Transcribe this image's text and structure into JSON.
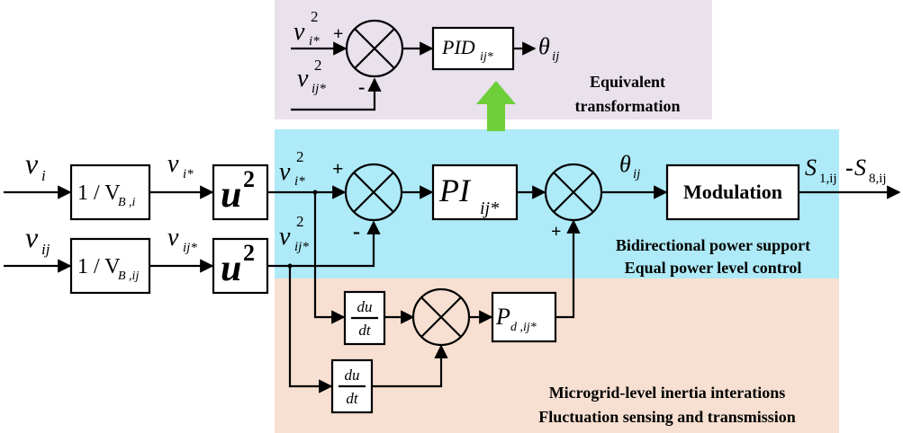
{
  "colors": {
    "top_region": "#e9e1ec",
    "middle_region": "#aeeaf7",
    "bottom_region": "#f7e0d1",
    "arrow_accent": "#6fcf3a"
  },
  "top": {
    "in1": "v",
    "in1_sup": "2",
    "in1_sub": "i*",
    "in2": "v",
    "in2_sup": "2",
    "in2_sub": "ij*",
    "plus": "+",
    "minus": "-",
    "block_main": "PID",
    "block_sub": "ij*",
    "out": "θ",
    "out_sub": "ij",
    "caption_line1": "Equivalent",
    "caption_line2": "transformation"
  },
  "inputs": {
    "v_i": "v",
    "v_i_sub": "i",
    "v_ij": "v",
    "v_ij_sub": "ij",
    "norm1_main": "1 / V",
    "norm1_sub": "B ,i",
    "norm2_main": "1 / V",
    "norm2_sub": "B ,ij",
    "vn1": "v",
    "vn1_sub": "i*",
    "vn2": "v",
    "vn2_sub": "ij*",
    "square_base": "u",
    "square_exp": "2",
    "vs1": "v",
    "vs1_sup": "2",
    "vs1_sub": "i*",
    "vs2": "v",
    "vs2_sup": "2",
    "vs2_sub": "ij*"
  },
  "middle": {
    "plus": "+",
    "minus": "-",
    "plus2": "+",
    "pi_main": "PI",
    "pi_sub": "ij*",
    "theta": "θ",
    "theta_sub": "ij",
    "modulation": "Modulation",
    "out_s1": "S",
    "out_s1_sub": "1,ij",
    "out_dash": "-",
    "out_s8": "S",
    "out_s8_sub": "8,ij",
    "caption_line1": "Bidirectional power support",
    "caption_line2": "Equal power level control"
  },
  "bottom": {
    "du": "du",
    "dt": "dt",
    "pd_main": "P",
    "pd_sub": "d ,ij*",
    "caption_line1": "Microgrid-level inertia interations",
    "caption_line2": "Fluctuation sensing and transmission"
  }
}
